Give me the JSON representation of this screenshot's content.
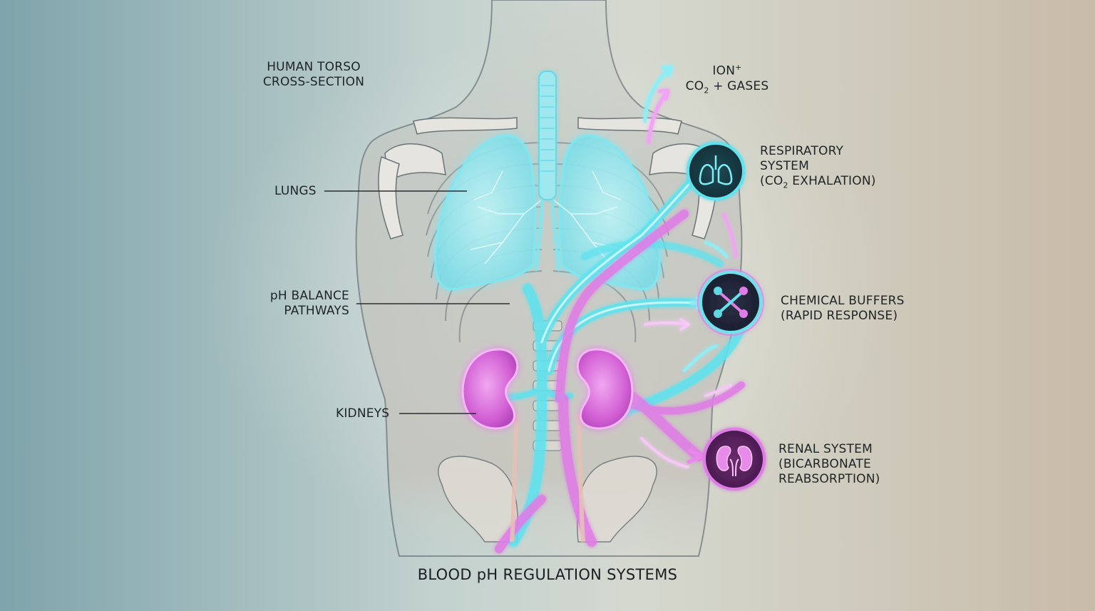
{
  "diagram": {
    "title": "BLOOD pH REGULATION SYSTEMS",
    "header_label": {
      "line1": "HUMAN TORSO",
      "line2": "CROSS-SECTION"
    },
    "gas_label": {
      "line1": "ION",
      "line1_sup": "+",
      "line2_pre": "CO",
      "line2_sub": "2",
      "line2_post": " + GASES"
    },
    "anatomy_callouts": [
      {
        "id": "lungs",
        "label": "LUNGS"
      },
      {
        "id": "ph-balance",
        "line1": "pH BALANCE",
        "line2": "PATHWAYS"
      },
      {
        "id": "kidneys",
        "label": "KIDNEYS"
      }
    ],
    "systems": [
      {
        "id": "respiratory",
        "icon": "lungs-icon",
        "line1": "RESPIRATORY",
        "line2": "SYSTEM",
        "line3_pre": "(CO",
        "line3_sub": "2",
        "line3_post": " EXHALATION)",
        "color": "#3fd6e0"
      },
      {
        "id": "chemical-buffers",
        "icon": "molecule-icon",
        "line1": "CHEMICAL BUFFERS",
        "line2": "(RAPID RESPONSE)",
        "color": "#b96fd6"
      },
      {
        "id": "renal",
        "icon": "kidneys-icon",
        "line1": "RENAL SYSTEM",
        "line2": "(BICARBONATE",
        "line3": "REABSORPTION)",
        "color": "#d65fd6"
      }
    ],
    "colors": {
      "cyan_pathway": "#5fe3ee",
      "magenta_pathway": "#e07be6",
      "kidney": "#d86ad8",
      "lung": "#8fe8f0",
      "text": "#1f2427"
    }
  }
}
